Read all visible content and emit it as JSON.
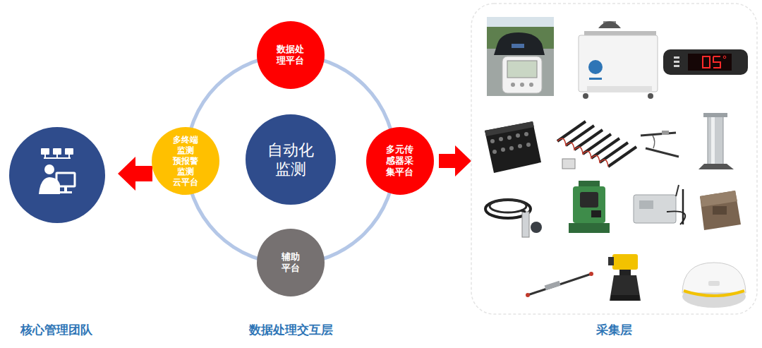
{
  "diagram": {
    "nodes": [
      {
        "text": [
          "数据处 理平台"
        ]
      },
      {
        "text": [
          "多终端 监测 预报警 监测 云平台"
        ]
      },
      {
        "text": [
          "自动化 监测"
        ]
      },
      {
        "text": [
          "多元传 感器采 集平台"
        ]
      },
      {
        "text": [
          "辅助 平台"
        ]
      }
    ],
    "labels": [
      "核心管理团队",
      "数据处理交互层",
      "采集层"
    ]
  }
}
